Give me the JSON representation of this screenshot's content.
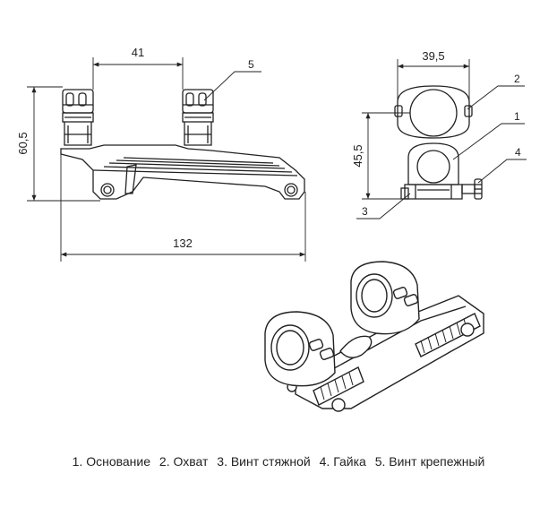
{
  "dimensions": {
    "ring_spacing": "41",
    "total_length": "132",
    "side_height": "60,5",
    "ring_width": "39,5",
    "axis_height": "45,5"
  },
  "callouts": [
    "1",
    "2",
    "3",
    "4",
    "5"
  ],
  "legend": [
    "1. Основание",
    "2. Охват",
    "3. Винт стяжной",
    "4. Гайка",
    "5. Винт крепежный"
  ]
}
